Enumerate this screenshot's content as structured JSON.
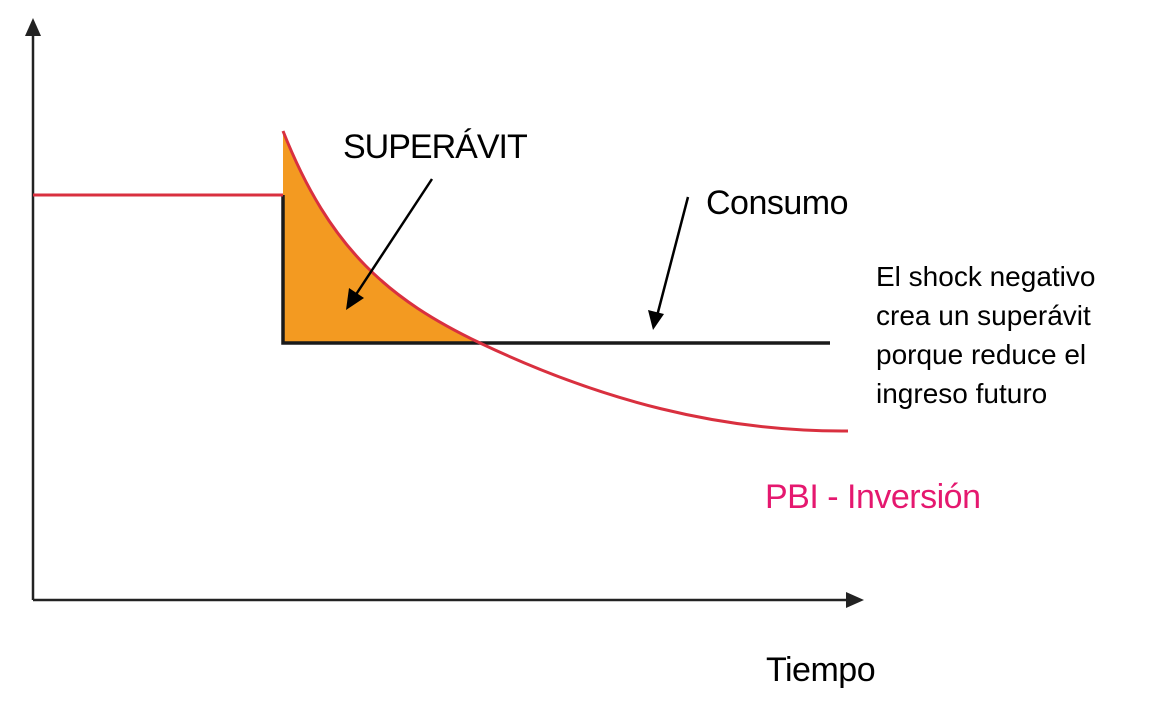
{
  "labels": {
    "superavit": "SUPERÁVIT",
    "consumo": "Consumo",
    "note": "El shock negativo crea un superávit porque reduce el ingreso futuro",
    "pbi_inversion": "PBI - Inversión",
    "x_axis": "Tiempo"
  },
  "colors": {
    "income_curve": "#d9303f",
    "consumption_line": "#1a1a1a",
    "surplus_fill": "#f39a21",
    "pbi_label": "#e5186f",
    "axes": "#222222"
  }
}
